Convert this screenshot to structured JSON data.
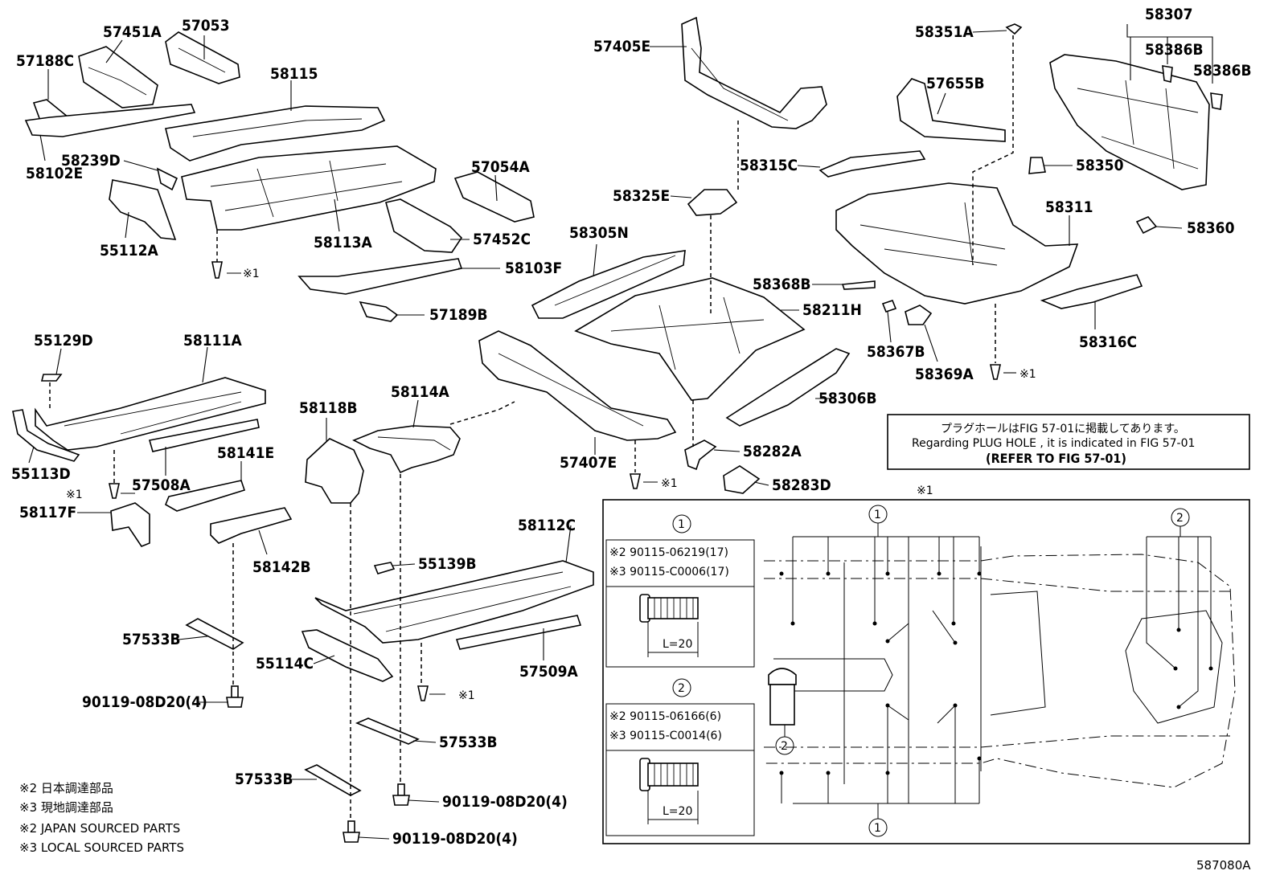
{
  "figure_id": "587080A",
  "parts": {
    "p57451A": "57451A",
    "p57053": "57053",
    "p57188C": "57188C",
    "p58115": "58115",
    "p58102E": "58102E",
    "p58239D": "58239D",
    "p55112A": "55112A",
    "p58113A": "58113A",
    "p57054A": "57054A",
    "p57452C": "57452C",
    "p58103F": "58103F",
    "p57189B": "57189B",
    "p57405E": "57405E",
    "p58351A": "58351A",
    "p58307": "58307",
    "p58386B_1": "58386B",
    "p58386B_2": "58386B",
    "p57655B": "57655B",
    "p58315C": "58315C",
    "p58350": "58350",
    "p58325E": "58325E",
    "p58305N": "58305N",
    "p58311": "58311",
    "p58360": "58360",
    "p58368B": "58368B",
    "p58211H": "58211H",
    "p58367B": "58367B",
    "p58369A": "58369A",
    "p58316C": "58316C",
    "p58306B": "58306B",
    "p55129D": "55129D",
    "p58111A": "58111A",
    "p55113D": "55113D",
    "p58117F": "58117F",
    "p57508A": "57508A",
    "p58141E": "58141E",
    "p58118B": "58118B",
    "p58114A": "58114A",
    "p57407E": "57407E",
    "p58282A": "58282A",
    "p58283D": "58283D",
    "p58142B": "58142B",
    "p58112C": "58112C",
    "p55139B": "55139B",
    "p57533B_1": "57533B",
    "p55114C": "55114C",
    "p57509A": "57509A",
    "p90119_1": "90119-08D20(4)",
    "p57533B_2": "57533B",
    "p57533B_3": "57533B",
    "p90119_2": "90119-08D20(4)",
    "p90119_3": "90119-08D20(4)"
  },
  "marks": {
    "star1": "※1"
  },
  "note": {
    "jp": "プラグホールはFIG 57-01に掲載してあります。",
    "en": "Regarding  PLUG HOLE , it is indicated in FIG  57-01",
    "ref": "(REFER TO FIG 57-01)"
  },
  "inset": {
    "marker_1": "1",
    "marker_2": "2",
    "legend_1_star2": "※2 90115-06219(17)",
    "legend_1_star3": "※3 90115-C0006(17)",
    "legend_2_star2": "※2  90115-06166(6)",
    "legend_2_star3": "※3  90115-C0014(6)",
    "length_1": "L=20",
    "length_2": "L=20"
  },
  "footnotes": {
    "jp_2": "※2 日本調達部品",
    "jp_3": "※3 現地調達部品",
    "en_2": "※2 JAPAN SOURCED PARTS",
    "en_3": "※3 LOCAL SOURCED PARTS"
  }
}
